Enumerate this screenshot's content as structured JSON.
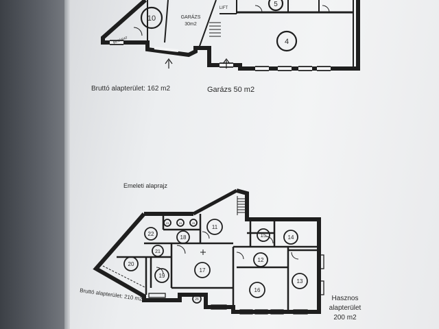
{
  "upper_plan": {
    "rooms": {
      "r10": "10",
      "r5": "5",
      "r4": "4"
    },
    "labels": {
      "garage": "GARÁZS",
      "garage_area": "30m2",
      "lift": "LIFT",
      "entrance": "BEJÁRAT"
    },
    "gross_area": "Bruttó alapterület: 162 m2",
    "garage_total": "Garázs 50 m2"
  },
  "lower_plan": {
    "title": "Emeleti alaprajz",
    "rooms": {
      "r11": "11",
      "r12": "12",
      "r13": "13",
      "r14": "14",
      "r15": "15",
      "r16": "16",
      "r17": "17",
      "r18": "18",
      "r19": "19",
      "r20": "20",
      "r21": "21",
      "r22": "22",
      "r23": "23",
      "r24": "24",
      "r25": "25",
      "r26": "26"
    },
    "gross_area": "Bruttó alapterület: 210 m2",
    "net_area_line1": "Hasznos",
    "net_area_line2": "alapterület",
    "net_area_line3": "200 m2"
  },
  "colors": {
    "wall": "#1e1e1e",
    "room_label": "#2a2a2a",
    "paper": "#eceef0"
  }
}
